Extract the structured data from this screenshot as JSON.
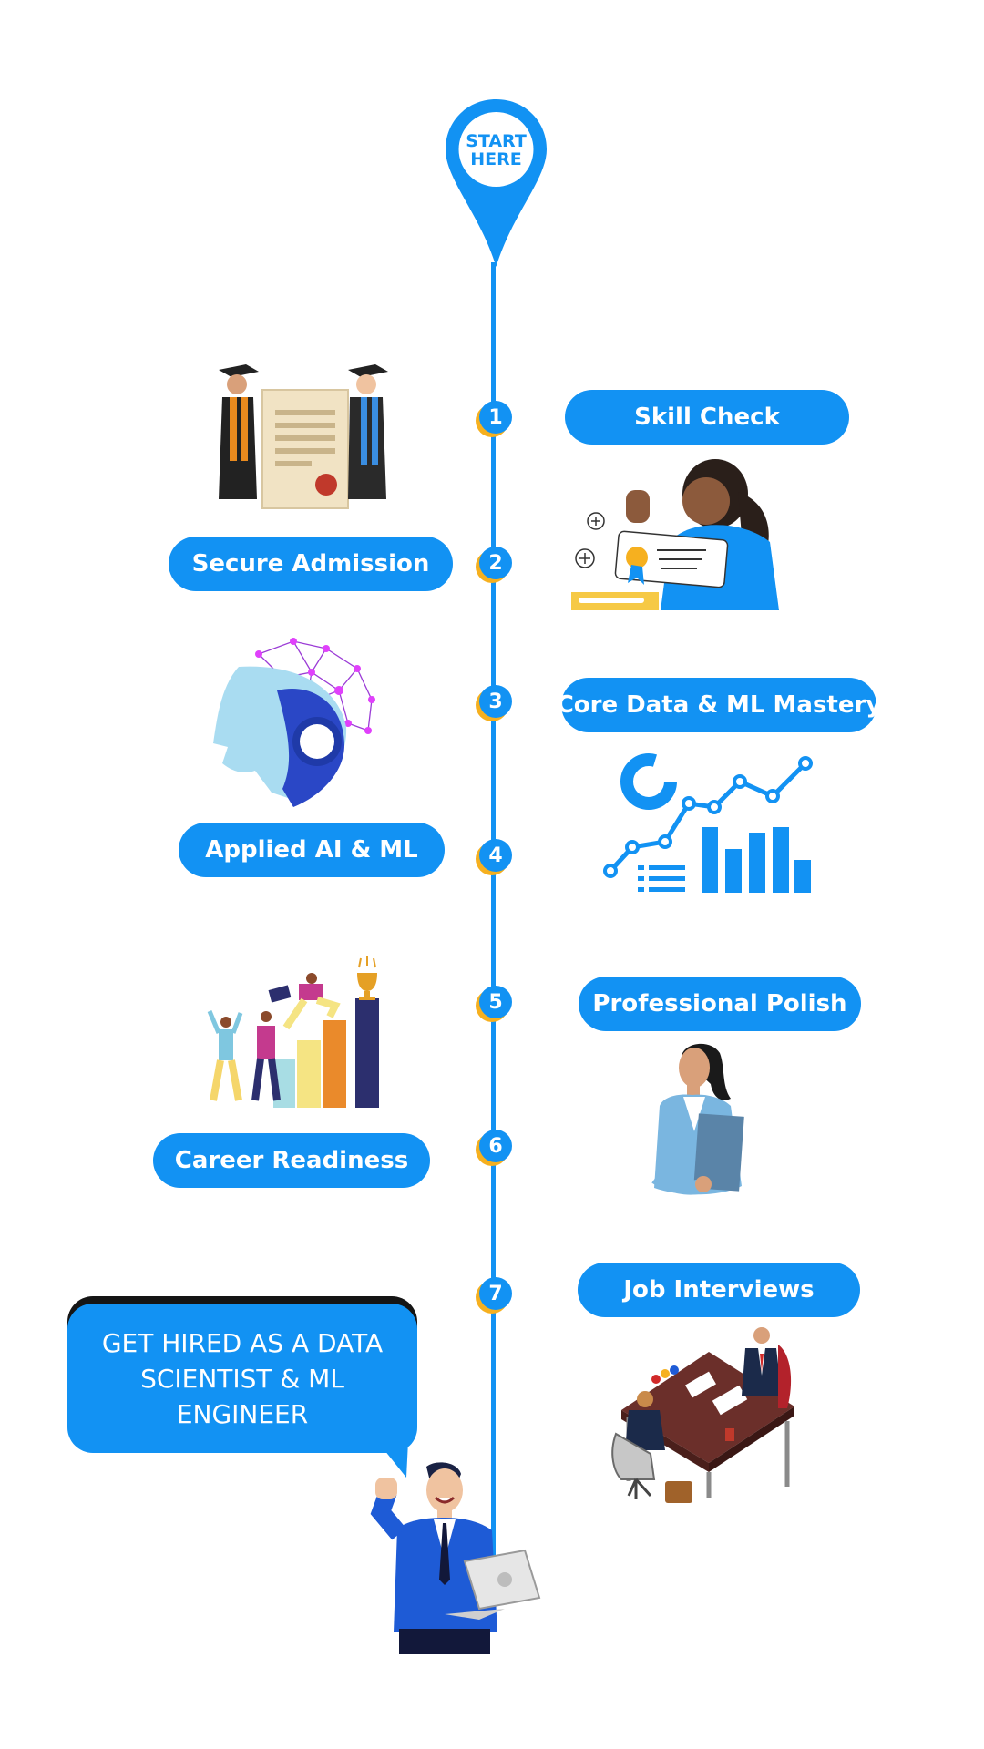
{
  "pin": {
    "line1": "START",
    "line2": "HERE"
  },
  "steps": [
    {
      "number": "1",
      "label": "Skill Check"
    },
    {
      "number": "2",
      "label": "Secure Admission"
    },
    {
      "number": "3",
      "label": "Core Data & ML Mastery"
    },
    {
      "number": "4",
      "label": "Applied AI & ML"
    },
    {
      "number": "5",
      "label": "Professional Polish"
    },
    {
      "number": "6",
      "label": "Career Readiness"
    },
    {
      "number": "7",
      "label": "Job Interviews"
    }
  ],
  "goal": {
    "text": "GET HIRED AS A DATA SCIENTIST & ML ENGINEER"
  },
  "colors": {
    "primary": "#1292f3",
    "accent": "#f6b01f",
    "bubble_shadow": "#151515"
  }
}
